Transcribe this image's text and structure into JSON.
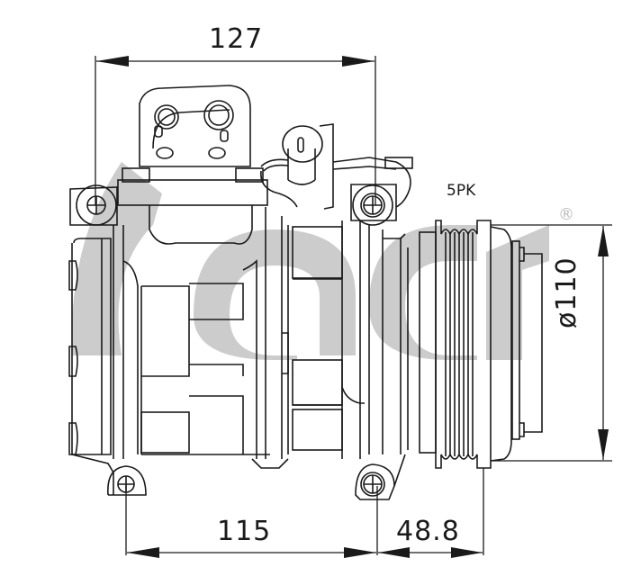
{
  "drawing": {
    "subject": "A/C compressor technical drawing",
    "dimensions": {
      "overall_top_width": "127",
      "mount_spacing_bottom": "115",
      "pulley_offset": "48.8",
      "pulley_diameter": "ø110"
    },
    "labels": {
      "belt_type": "5PK",
      "registered_mark": "®"
    },
    "watermark": {
      "text": "acr",
      "color": "#cccccc"
    },
    "colors": {
      "line": "#1a1a1a",
      "background": "#ffffff",
      "watermark": "#cccccc"
    }
  }
}
